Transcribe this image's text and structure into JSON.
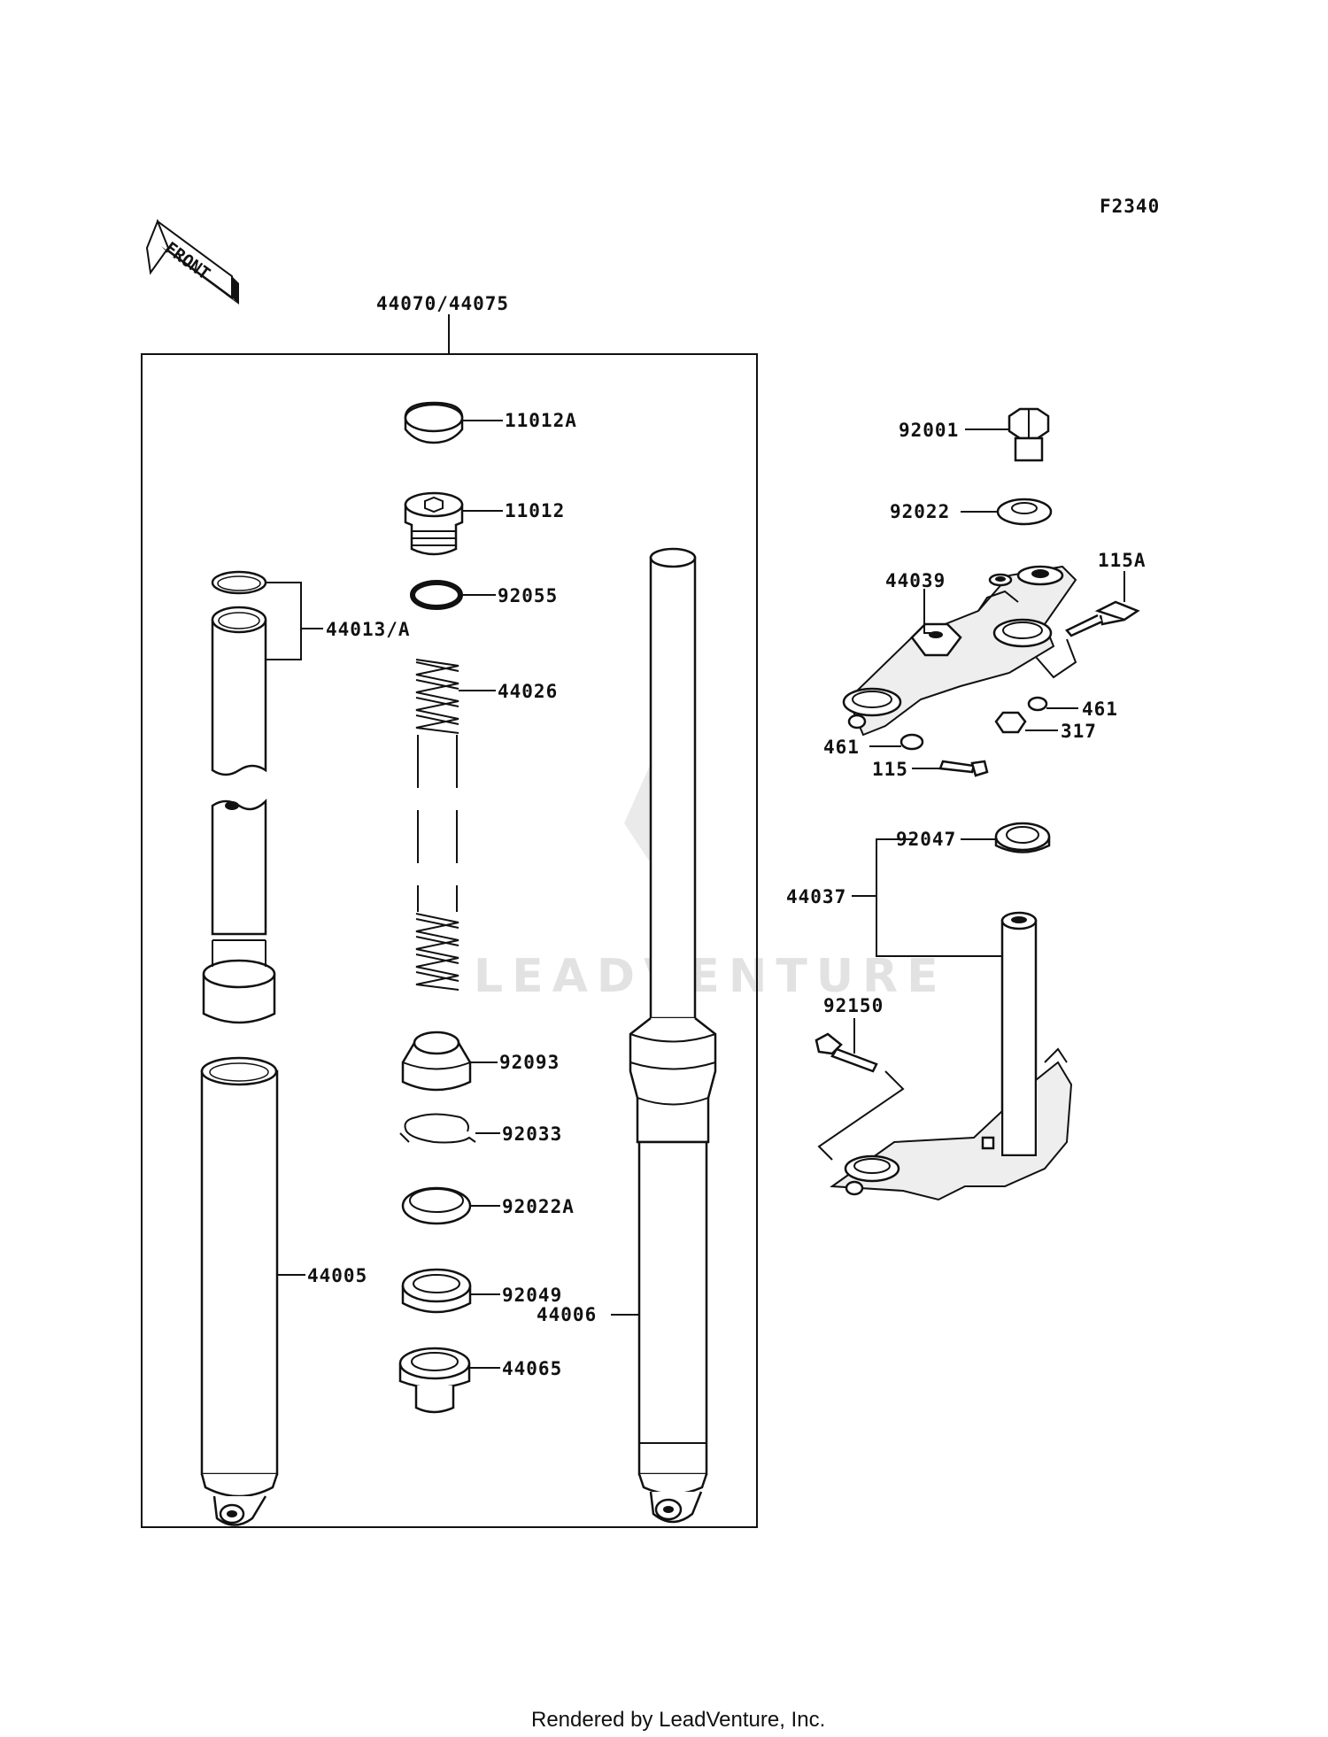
{
  "figure_code": "F2340",
  "front_arrow_label": "FRONT",
  "watermark_text": "LEADVENTURE",
  "footer": "Rendered by LeadVenture, Inc.",
  "labels": {
    "assembly": "44070/44075",
    "p11012A": "11012A",
    "p11012": "11012",
    "p92055": "92055",
    "p44013A": "44013/A",
    "p44026": "44026",
    "p92093": "92093",
    "p92033": "92033",
    "p92022A": "92022A",
    "p44005": "44005",
    "p92049": "92049",
    "p44006": "44006",
    "p44065": "44065",
    "p92001": "92001",
    "p92022": "92022",
    "p44039": "44039",
    "p115A": "115A",
    "p461a": "461",
    "p317": "317",
    "p461b": "461",
    "p115": "115",
    "p92047": "92047",
    "p44037": "44037",
    "p92150": "92150"
  }
}
